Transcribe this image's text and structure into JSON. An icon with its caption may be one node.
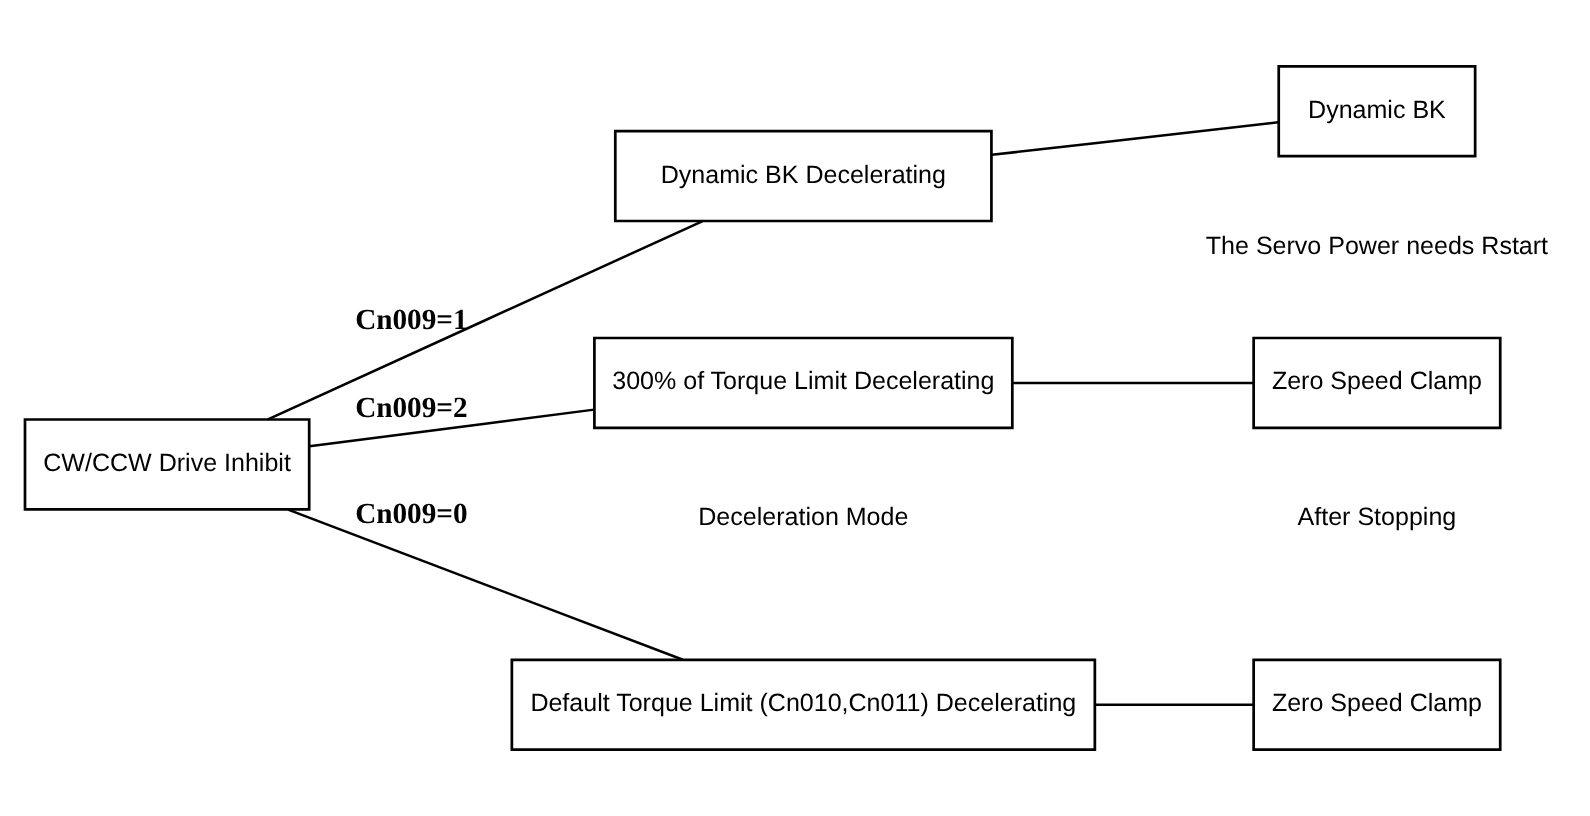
{
  "diagram": {
    "nodes": [
      {
        "text": [
          "CW/CCW Drive Inhibit"
        ]
      },
      {
        "text": [
          "Default Torque Limit (Cn010,Cn011) Decelerating"
        ]
      },
      {
        "text": [
          "Zero Speed Clamp"
        ]
      },
      {
        "text": [
          "Dynamic BK Decelerating"
        ]
      },
      {
        "text": [
          "Dynamic BK"
        ],
        "beside": [
          "The Servo Power needs Rstart"
        ]
      },
      {
        "text": [
          "300% of Torque Limit Decelerating"
        ]
      },
      {
        "text": [
          "Zero Speed Clamp"
        ]
      }
    ],
    "edges": [
      {
        "from": 0,
        "to": 1,
        "arrow": "none",
        "label": "Cn009=0"
      },
      {
        "from": 1,
        "to": 2,
        "arrow": "none"
      },
      {
        "from": 0,
        "to": 3,
        "arrow": "none",
        "label": "Cn009=1"
      },
      {
        "from": 3,
        "to": 4,
        "arrow": "none"
      },
      {
        "from": 0,
        "to": 5,
        "arrow": "none",
        "label": "Cn009=2"
      },
      {
        "from": 5,
        "to": 6,
        "arrow": "none"
      }
    ],
    "labels": [
      "Deceleration Mode",
      "After Stopping"
    ]
  }
}
